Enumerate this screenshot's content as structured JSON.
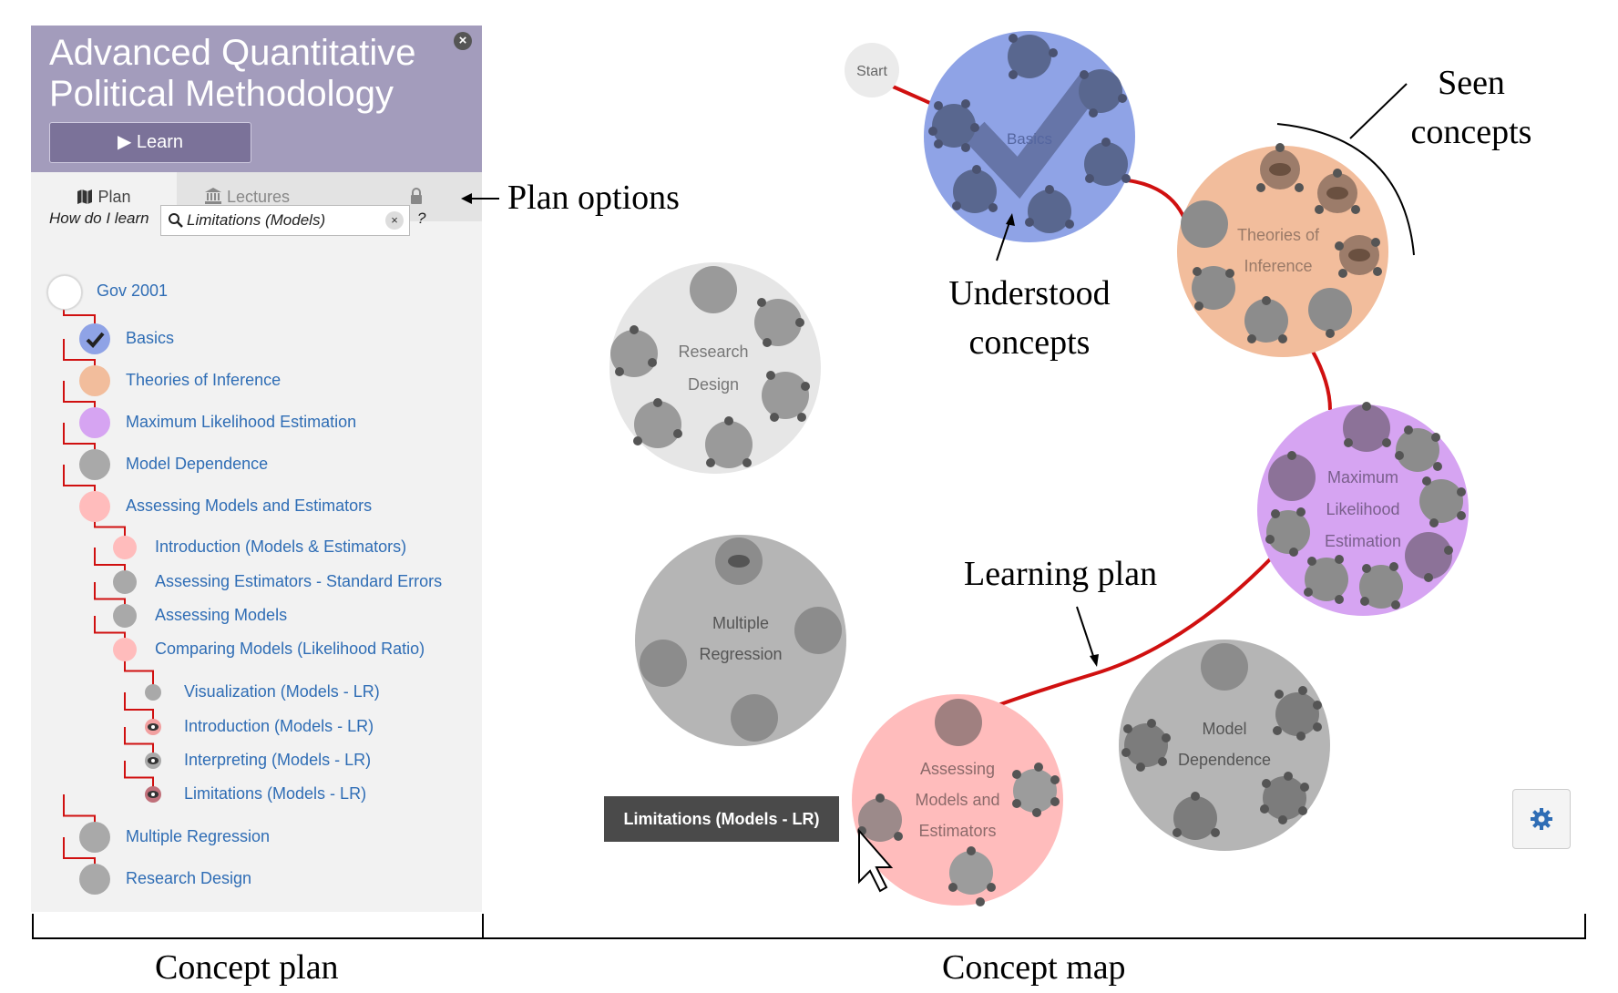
{
  "panel": {
    "title": "Advanced Quantitative Political Methodology",
    "title_line1": "Advanced Quantitative",
    "title_line2": "Political Methodology",
    "learn_button": "Learn",
    "tabs": {
      "plan": "Plan",
      "lectures": "Lectures"
    },
    "search": {
      "prompt": "How do I learn",
      "value": "Limitations (Models)",
      "help": "?"
    }
  },
  "plan_tree": [
    {
      "label": "Gov 2001",
      "color": "#ffffff",
      "state": "root"
    },
    {
      "label": "Basics",
      "color": "#8fa3e6",
      "state": "understood"
    },
    {
      "label": "Theories of Inference",
      "color": "#f2bd9c",
      "state": "normal"
    },
    {
      "label": "Maximum Likelihood Estimation",
      "color": "#d6a4f2",
      "state": "normal"
    },
    {
      "label": "Model Dependence",
      "color": "#a9a9a9",
      "state": "normal"
    },
    {
      "label": "Assessing Models and Estimators",
      "color": "#ffbcbc",
      "state": "normal"
    },
    {
      "label": "Introduction (Models & Estimators)",
      "color": "#ffbcbc",
      "state": "normal"
    },
    {
      "label": "Assessing Estimators - Standard Errors",
      "color": "#a9a9a9",
      "state": "normal"
    },
    {
      "label": "Assessing Models",
      "color": "#a9a9a9",
      "state": "normal"
    },
    {
      "label": "Comparing Models (Likelihood Ratio)",
      "color": "#ffbcbc",
      "state": "normal"
    },
    {
      "label": "Visualization (Models - LR)",
      "color": "#a9a9a9",
      "state": "normal"
    },
    {
      "label": "Introduction (Models - LR)",
      "color": "#f2a0a0",
      "state": "seen"
    },
    {
      "label": "Interpreting (Models - LR)",
      "color": "#a9a9a9",
      "state": "seen"
    },
    {
      "label": "Limitations (Models - LR)",
      "color": "#c0707a",
      "state": "seen"
    },
    {
      "label": "Multiple Regression",
      "color": "#a9a9a9",
      "state": "normal"
    },
    {
      "label": "Research Design",
      "color": "#a9a9a9",
      "state": "normal"
    }
  ],
  "map": {
    "start": "Start",
    "clusters": {
      "basics": "Basics",
      "theories_l1": "Theories of",
      "theories_l2": "Inference",
      "research_l1": "Research",
      "research_l2": "Design",
      "mle_l1": "Maximum",
      "mle_l2": "Likelihood",
      "mle_l3": "Estimation",
      "multreg_l1": "Multiple",
      "multreg_l2": "Regression",
      "modeldep_l1": "Model",
      "modeldep_l2": "Dependence",
      "assess_l1": "Assessing",
      "assess_l2": "Models and",
      "assess_l3": "Estimators"
    },
    "tooltip": "Limitations (Models - LR)"
  },
  "annotations": {
    "plan_options": "Plan options",
    "seen_l1": "Seen",
    "seen_l2": "concepts",
    "understood_l1": "Understood",
    "understood_l2": "concepts",
    "learning_plan": "Learning plan",
    "concept_plan": "Concept plan",
    "concept_map": "Concept map"
  },
  "colors": {
    "header": "#a39cbc",
    "basics": "#8fa3e6",
    "theories": "#f2bd9c",
    "mle": "#d6a4f2",
    "assess": "#ffbcbc",
    "gray_cluster": "#b5b5b5",
    "light_cluster": "#e6e6e6",
    "plan_path": "#d01010",
    "link": "#2f6db5"
  }
}
